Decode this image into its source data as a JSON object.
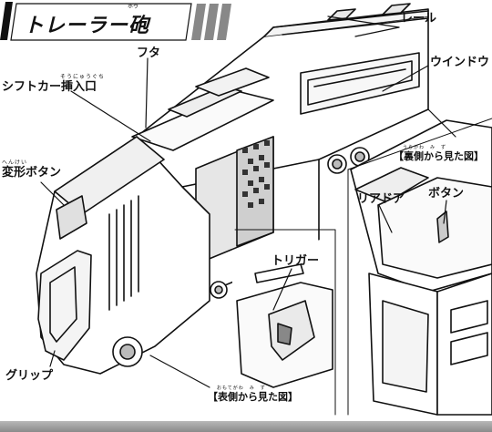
{
  "title": {
    "text": "トレーラー砲",
    "ruby": "ホウ"
  },
  "labels": {
    "rail": "レール",
    "window": "ウインドウ",
    "lid": "フタ",
    "shift_car_slot": "シフトカー挿入口",
    "shift_car_slot_ruby": "そうにゅうぐち",
    "transform_button": "変形ボタン",
    "transform_button_ruby": "へんけい",
    "grip": "グリップ",
    "trigger": "トリガー",
    "rear_door": "リアドア",
    "button": "ボタン"
  },
  "captions": {
    "back_view": "【裏側から見た図】",
    "back_view_ruby": "うらがわ　み　ず",
    "front_view": "【表側から見た図】",
    "front_view_ruby": "おもてがわ　み　ず"
  }
}
